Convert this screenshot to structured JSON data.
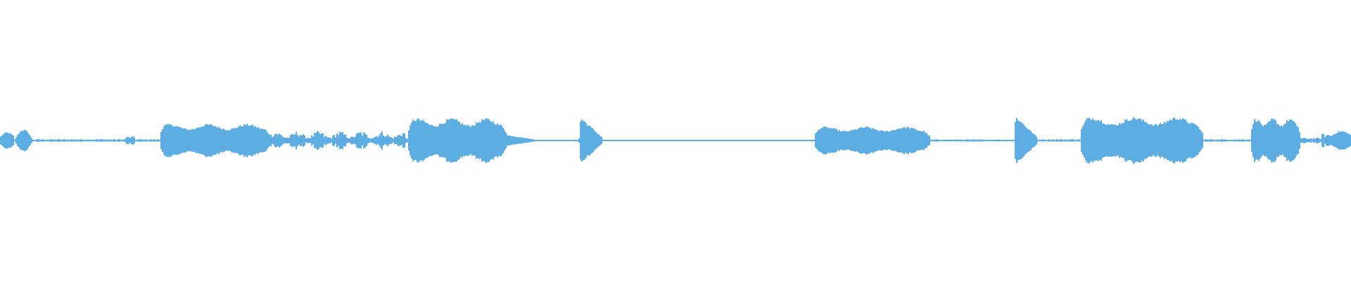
{
  "waveform": {
    "color": "#5dade2",
    "baseline_color": "#5dade2",
    "background": "#ffffff",
    "duration_fraction_start": 0.0,
    "duration_fraction_end": 1.0,
    "segments": [
      {
        "start": 0.0,
        "end": 0.01,
        "amp": 0.06,
        "shape": "swell"
      },
      {
        "start": 0.01,
        "end": 0.024,
        "amp": 0.08,
        "shape": "bump"
      },
      {
        "start": 0.024,
        "end": 0.092,
        "amp": 0.01,
        "shape": "noise"
      },
      {
        "start": 0.092,
        "end": 0.099,
        "amp": 0.03,
        "shape": "noise"
      },
      {
        "start": 0.099,
        "end": 0.118,
        "amp": 0.01,
        "shape": "noise"
      },
      {
        "start": 0.118,
        "end": 0.2,
        "amp": 0.12,
        "shape": "sustain"
      },
      {
        "start": 0.2,
        "end": 0.3,
        "amp": 0.07,
        "shape": "noisy"
      },
      {
        "start": 0.3,
        "end": 0.302,
        "amp": 0.02,
        "shape": "noise"
      },
      {
        "start": 0.302,
        "end": 0.375,
        "amp": 0.16,
        "shape": "sustain"
      },
      {
        "start": 0.375,
        "end": 0.395,
        "amp": 0.04,
        "shape": "decay"
      },
      {
        "start": 0.395,
        "end": 0.428,
        "amp": 0.005,
        "shape": "noise"
      },
      {
        "start": 0.428,
        "end": 0.445,
        "amp": 0.17,
        "shape": "attack-decay"
      },
      {
        "start": 0.445,
        "end": 0.603,
        "amp": 0.005,
        "shape": "noise"
      },
      {
        "start": 0.603,
        "end": 0.688,
        "amp": 0.1,
        "shape": "sustain"
      },
      {
        "start": 0.688,
        "end": 0.75,
        "amp": 0.008,
        "shape": "noise"
      },
      {
        "start": 0.75,
        "end": 0.767,
        "amp": 0.18,
        "shape": "attack-decay"
      },
      {
        "start": 0.767,
        "end": 0.8,
        "amp": 0.01,
        "shape": "noise"
      },
      {
        "start": 0.8,
        "end": 0.89,
        "amp": 0.17,
        "shape": "sustain"
      },
      {
        "start": 0.89,
        "end": 0.926,
        "amp": 0.01,
        "shape": "noise"
      },
      {
        "start": 0.926,
        "end": 0.962,
        "amp": 0.16,
        "shape": "sustain"
      },
      {
        "start": 0.962,
        "end": 0.978,
        "amp": 0.02,
        "shape": "noise"
      },
      {
        "start": 0.978,
        "end": 0.985,
        "amp": 0.05,
        "shape": "noise"
      },
      {
        "start": 0.985,
        "end": 1.0,
        "amp": 0.07,
        "shape": "swell"
      }
    ]
  }
}
